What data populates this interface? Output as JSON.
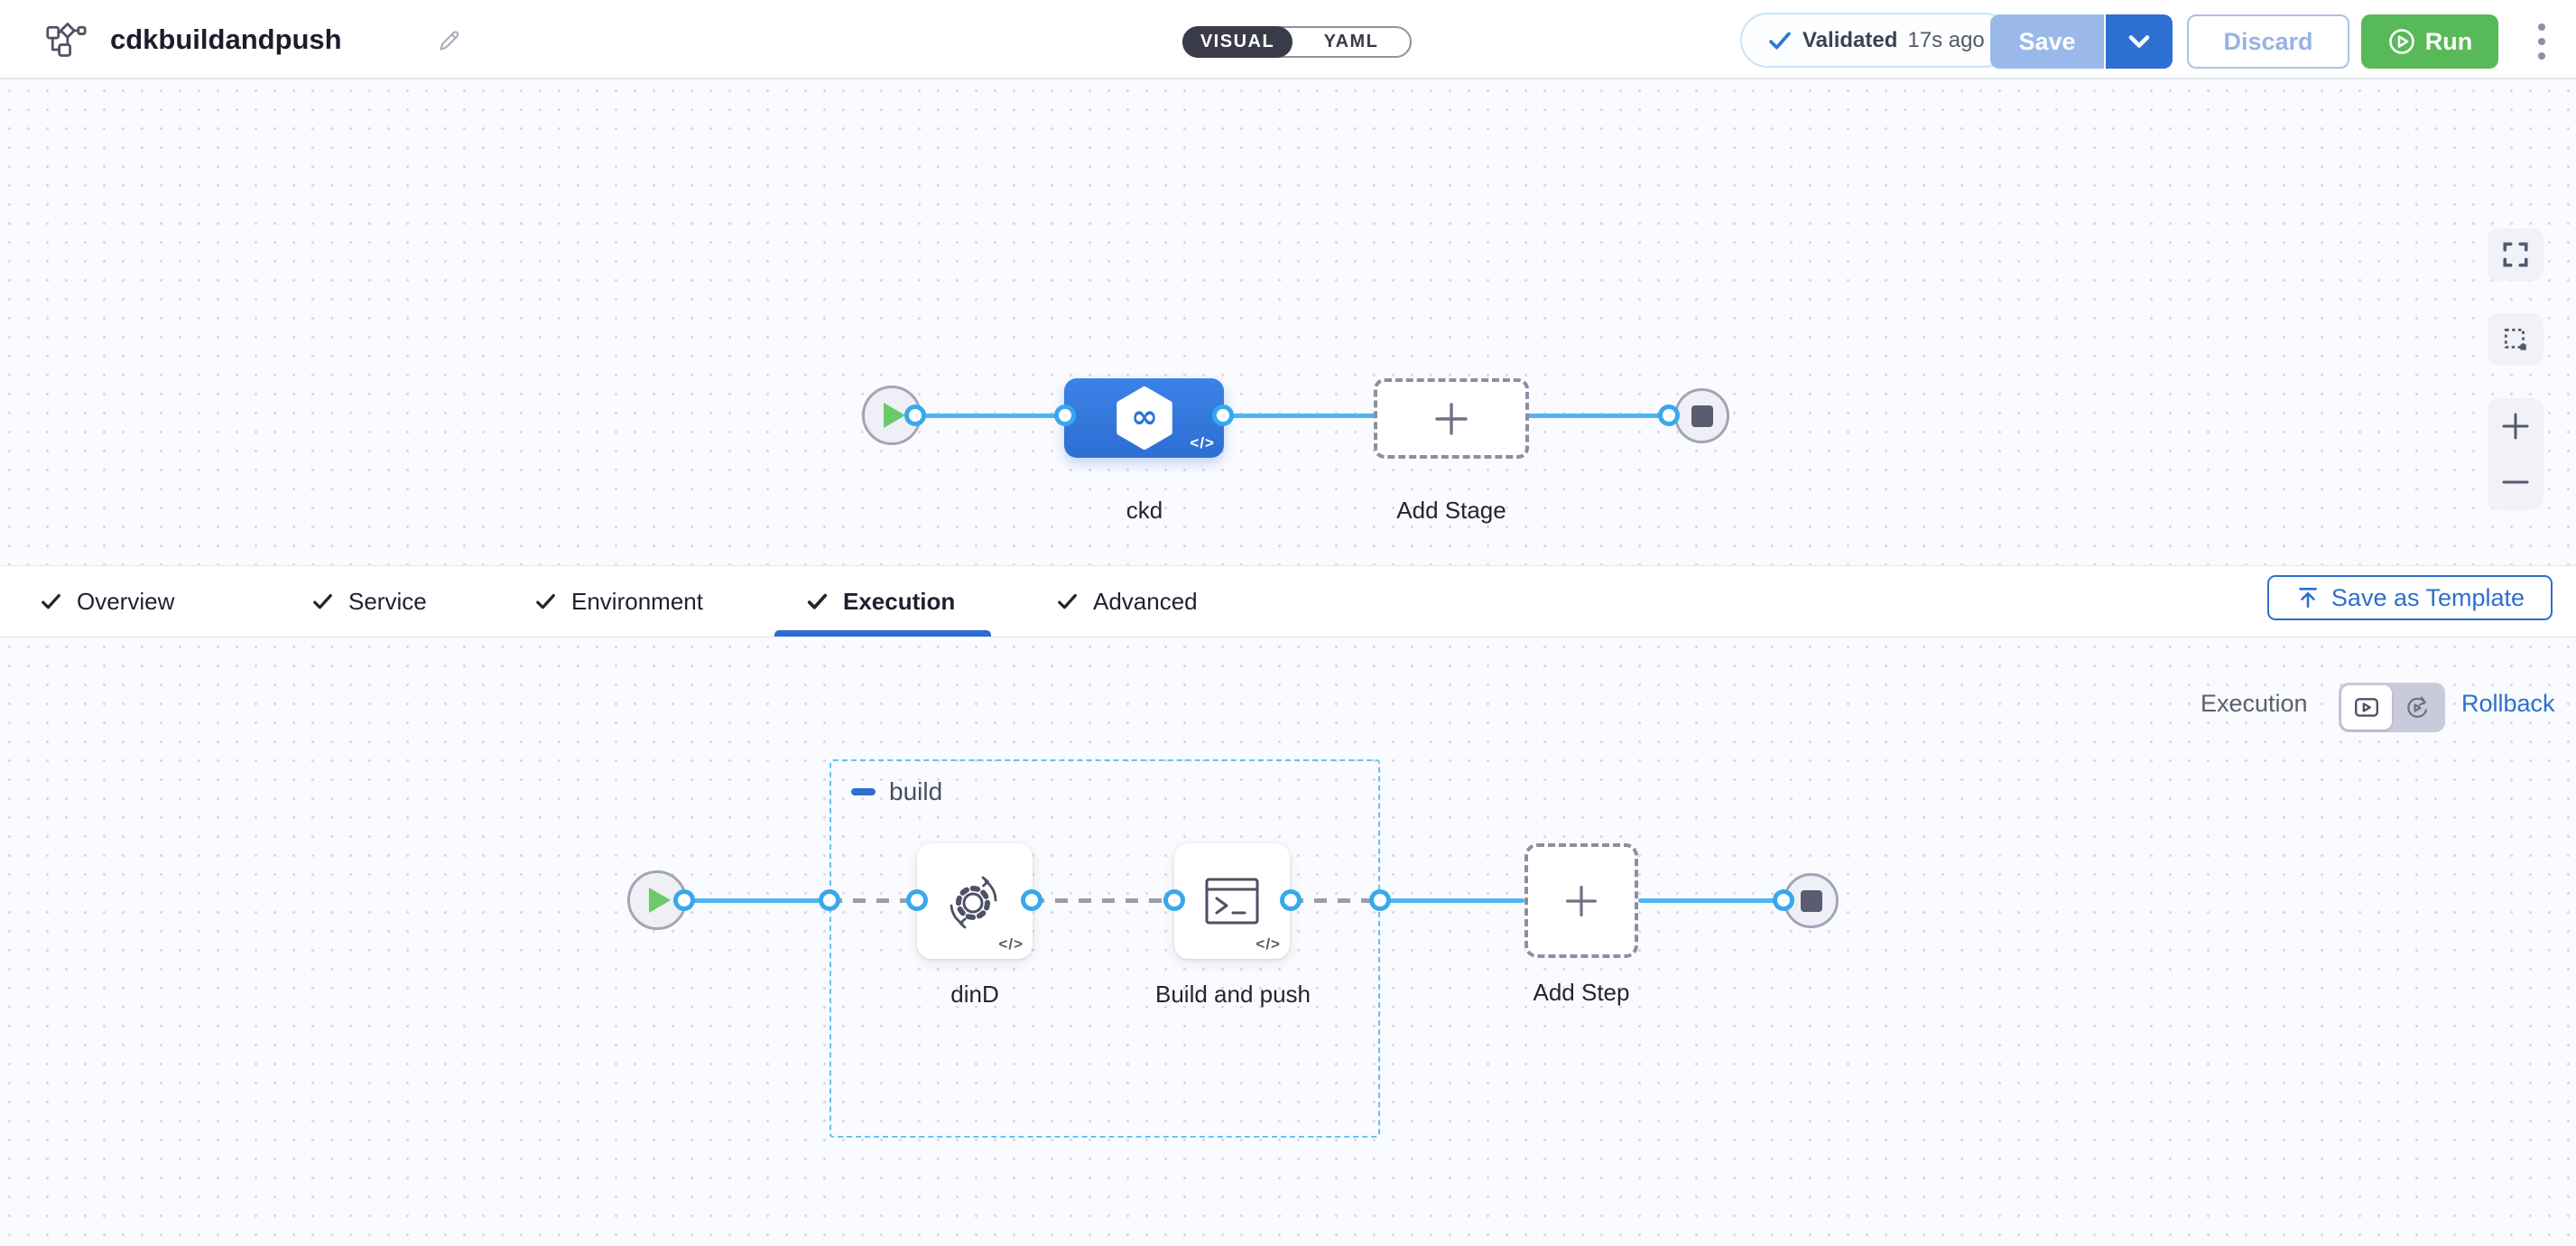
{
  "header": {
    "title": "cdkbuildandpush",
    "mode": {
      "visual": "VISUAL",
      "yaml": "YAML"
    },
    "validated": {
      "label": "Validated",
      "time": "17s ago"
    },
    "save_label": "Save",
    "discard_label": "Discard",
    "run_label": "Run"
  },
  "stage_canvas": {
    "stage_name": "ckd",
    "add_stage_label": "Add Stage"
  },
  "tabs": {
    "items": [
      {
        "label": "Overview"
      },
      {
        "label": "Service"
      },
      {
        "label": "Environment"
      },
      {
        "label": "Execution"
      },
      {
        "label": "Advanced"
      }
    ],
    "selected": "Execution",
    "save_as_template_label": "Save as Template"
  },
  "execution_canvas": {
    "mode_label": "Execution",
    "rollback_label": "Rollback",
    "group_name": "build",
    "steps": [
      {
        "name": "dinD"
      },
      {
        "name": "Build and push"
      }
    ],
    "add_step_label": "Add Step",
    "code_badge": "</>"
  },
  "icons": {
    "pipeline": "pipeline-graph-icon",
    "edit": "pencil-icon",
    "validated": "check-icon",
    "save_menu": "chevron-down-icon",
    "run": "play-circle-icon",
    "more": "kebab-menu-icon",
    "fullscreen": "fullscreen-icon",
    "select": "marquee-select-icon",
    "zoom_in": "plus-icon",
    "zoom_out": "minus-icon",
    "stage": "ci-hexagon-infinity-icon",
    "dind_step": "gear-sync-icon",
    "build_push_step": "terminal-icon",
    "save_template": "upload-icon",
    "execution_view": "play-box-icon",
    "rollback_view": "rollback-arrow-icon"
  },
  "colors": {
    "accent_blue": "#2e6fd2",
    "run_green": "#57b957",
    "line_blue": "#4cb5f0",
    "port_ring": "#38a8ee",
    "group_dash": "#64c3ee",
    "canvas_bg": "#fafbfe"
  }
}
